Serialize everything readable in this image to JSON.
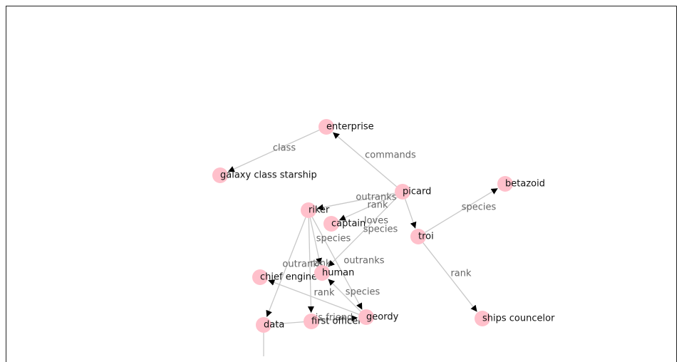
{
  "graph": {
    "node_color": "#ffc0cb",
    "edge_color": "#c8c8c8",
    "nodes": [
      {
        "id": "enterprise",
        "label": "enterprise"
      },
      {
        "id": "galaxy",
        "label": "galaxy class starship"
      },
      {
        "id": "picard",
        "label": "picard"
      },
      {
        "id": "betazoid",
        "label": "betazoid"
      },
      {
        "id": "riker",
        "label": "riker"
      },
      {
        "id": "captain",
        "label": "captain"
      },
      {
        "id": "troi",
        "label": "troi"
      },
      {
        "id": "chief",
        "label": "chief engineer"
      },
      {
        "id": "human",
        "label": "human"
      },
      {
        "id": "data",
        "label": "data"
      },
      {
        "id": "first",
        "label": "first officer"
      },
      {
        "id": "geordy",
        "label": "geordy"
      },
      {
        "id": "ships",
        "label": "ships councelor"
      }
    ],
    "edges": [
      {
        "source": "enterprise",
        "target": "galaxy",
        "label": "class"
      },
      {
        "source": "picard",
        "target": "enterprise",
        "label": "commands"
      },
      {
        "source": "picard",
        "target": "riker",
        "label": "outranks"
      },
      {
        "source": "picard",
        "target": "captain",
        "label": "rank"
      },
      {
        "source": "picard",
        "target": "human",
        "label": "species"
      },
      {
        "source": "picard",
        "target": "troi",
        "label": "loves"
      },
      {
        "source": "troi",
        "target": "betazoid",
        "label": "species"
      },
      {
        "source": "troi",
        "target": "ships",
        "label": "rank"
      },
      {
        "source": "riker",
        "target": "human",
        "label": "species"
      },
      {
        "source": "riker",
        "target": "data",
        "label": "outranks"
      },
      {
        "source": "riker",
        "target": "first",
        "label": "rank"
      },
      {
        "source": "riker",
        "target": "geordy",
        "label": "outranks"
      },
      {
        "source": "geordy",
        "target": "chief",
        "label": "rank"
      },
      {
        "source": "geordy",
        "target": "human",
        "label": "species"
      },
      {
        "source": "data",
        "target": "geordy",
        "label": "is friend"
      },
      {
        "source": "data",
        "target": "offscreen",
        "label": ""
      }
    ]
  }
}
